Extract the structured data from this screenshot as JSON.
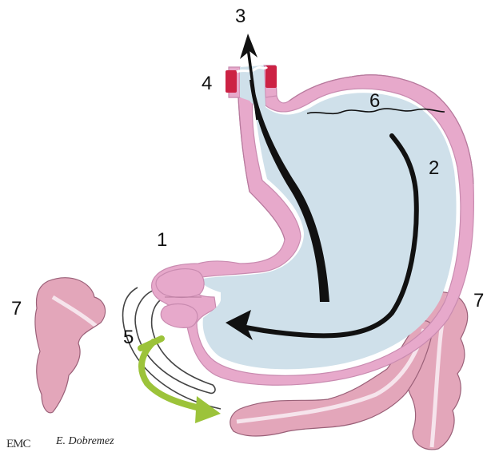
{
  "labels": {
    "l1": "1",
    "l2": "2",
    "l3": "3",
    "l4": "4",
    "l5": "5",
    "l6": "6",
    "l7_left": "7",
    "l7_right": "7"
  },
  "credit": "E. Dobremez",
  "logo": "EMC",
  "colors": {
    "stomach_wall": "#e7a9cb",
    "stomach_wall_dark": "#c98bb0",
    "gastric_content": "#cfe0ea",
    "sphincter": "#cc2244",
    "intestine": "#e3a6ba",
    "intestine_stripe": "#f6e4ec",
    "arrow_dark": "#111111",
    "arrow_green": "#9cc33a"
  }
}
